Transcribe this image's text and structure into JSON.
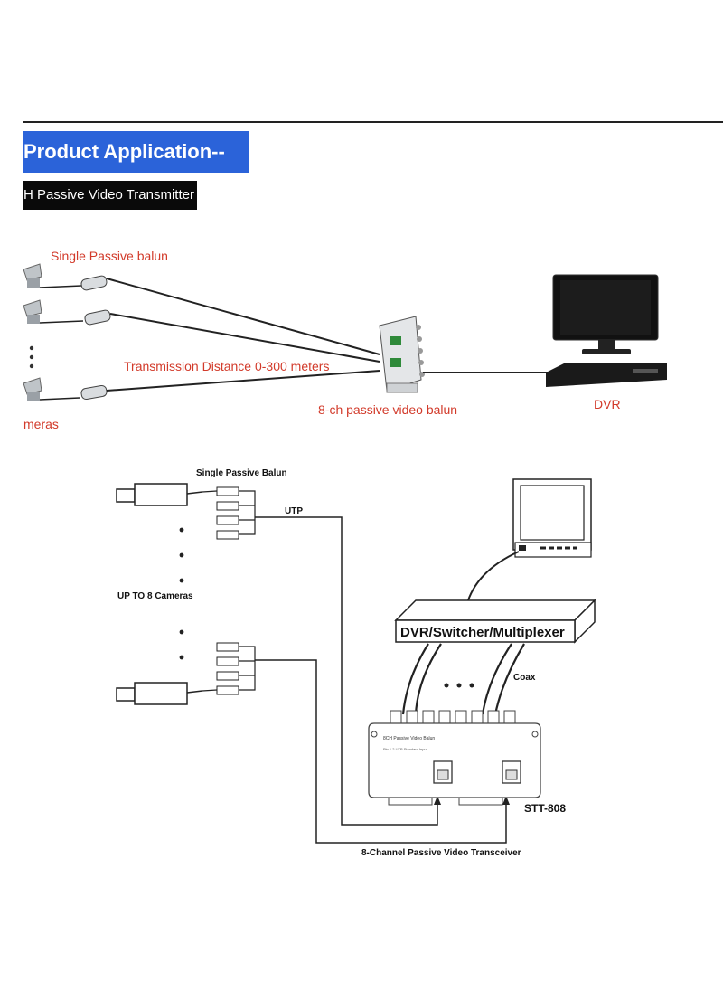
{
  "header": {
    "title": "Product Application--",
    "subtitle": "H Passive Video Transmitter"
  },
  "top_diagram": {
    "single_balun_label": "Single Passive balun",
    "distance_label": "Transmission Distance 0-300 meters",
    "hub_label": "8-ch passive video balun",
    "dvr_label": "DVR",
    "cameras_label": "meras"
  },
  "bottom_diagram": {
    "single_balun_label": "Single Passive Balun",
    "utp_label": "UTP",
    "cameras_label": "UP TO 8 Cameras",
    "mux_label": "DVR/Switcher/Multiplexer",
    "coax_label": "Coax",
    "model_label": "STT-808",
    "caption": "8-Channel Passive Video Transceiver",
    "device_title": "8CH Passive Video Balun",
    "device_subtitle": "Pin 1 2 UTP Standard Input"
  },
  "colors": {
    "banner_blue": "#2b63d9",
    "label_red": "#d23a2a",
    "ink": "#111111"
  }
}
